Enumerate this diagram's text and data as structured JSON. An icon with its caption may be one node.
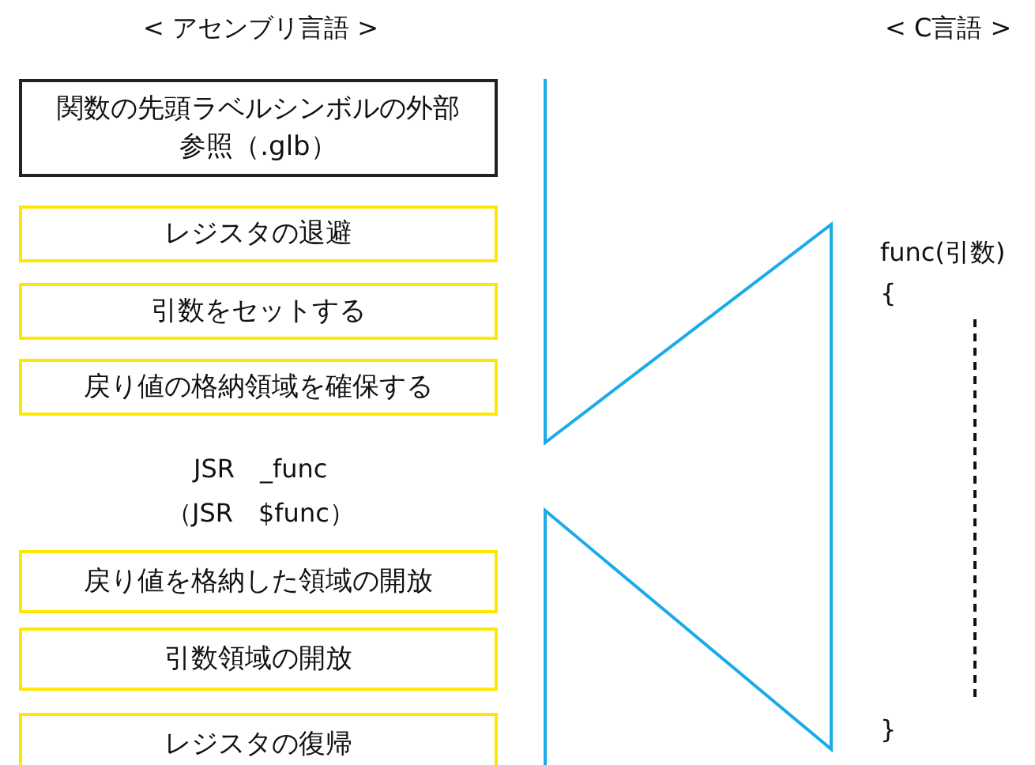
{
  "diagram": {
    "nodes": [
      {
        "text": [
          "関数の先頭ラベルシンボルの外部参照（.glb）"
        ]
      },
      {
        "text": [
          "レジスタの退避"
        ]
      },
      {
        "text": [
          "引数をセットする"
        ]
      },
      {
        "text": [
          "戻り値の格納領域を確保する"
        ]
      },
      {
        "text": [
          "戻り値を格納した領域の開放"
        ]
      },
      {
        "text": [
          "引数領域の開放"
        ]
      },
      {
        "text": [
          "レジスタの復帰"
        ]
      }
    ],
    "labels": [
      "< アセンブリ言語 >",
      "< C言語 >",
      "JSR　_func",
      "（JSR　$func）",
      "func(引数)",
      "{",
      "}"
    ]
  }
}
